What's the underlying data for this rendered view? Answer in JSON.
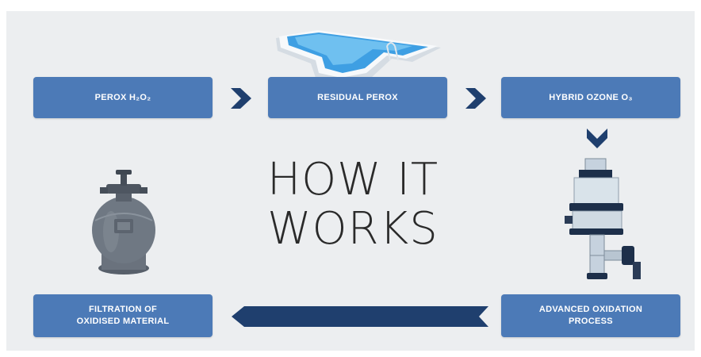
{
  "colors": {
    "background": "#eceef0",
    "box": "#4c7ab7",
    "arrow": "#1f3f6e",
    "text": "#2a2a2a"
  },
  "steps": {
    "perox": "PEROX H₂O₂",
    "residual": "RESIDUAL PEROX",
    "hybrid": "HYBRID OZONE O₃",
    "advanced_line1": "ADVANCED OXIDATION",
    "advanced_line2": "PROCESS",
    "filtration_line1": "FILTRATION OF",
    "filtration_line2": "OXIDISED MATERIAL"
  },
  "title": {
    "line1": "HOW IT",
    "line2": "WORKS"
  },
  "icons": [
    "pool-icon",
    "sand-filter-icon",
    "ozone-unit-icon"
  ]
}
